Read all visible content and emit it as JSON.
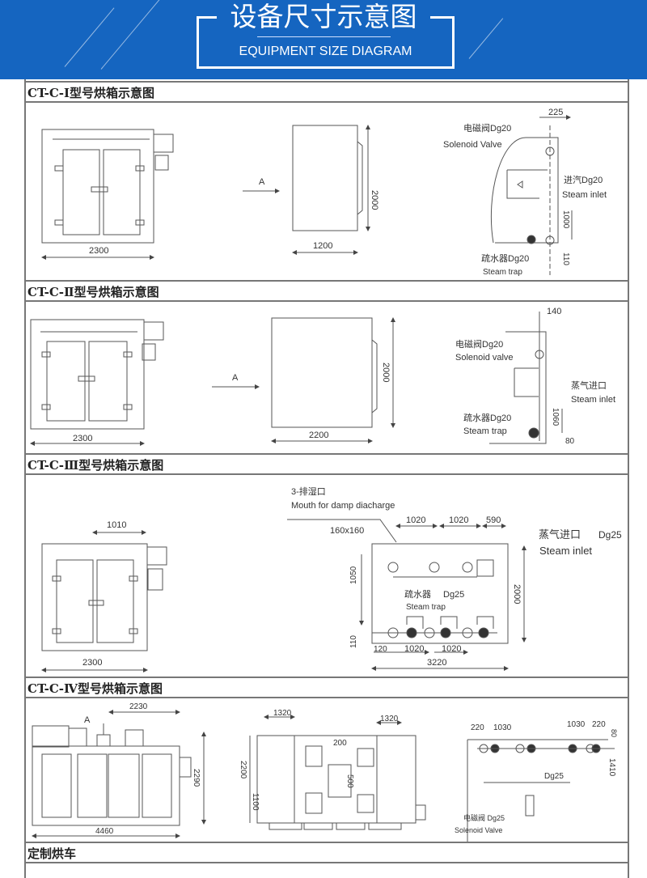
{
  "banner": {
    "title_cn": "设备尺寸示意图",
    "title_en": "EQUIPMENT SIZE DIAGRAM",
    "color": "#1565c0"
  },
  "sections": [
    {
      "title": "CT-C-Ⅰ型号烘箱示意图",
      "dims": {
        "width": "2300",
        "depth": "1200",
        "height": "2000",
        "pipe_offset": "225",
        "inlet_height": "1000",
        "trap_height": "110"
      },
      "view_label": "A",
      "labels": {
        "solenoid_cn": "电磁阀Dg20",
        "solenoid_en": "Solenoid Valve",
        "inlet_cn": "进汽Dg20",
        "inlet_en": "Steam inlet",
        "trap_cn": "疏水器Dg20",
        "trap_en": "Steam trap"
      }
    },
    {
      "title": "CT-C-Ⅱ型号烘箱示意图",
      "dims": {
        "width": "2300",
        "depth": "2200",
        "height": "2000",
        "pipe_offset": "140",
        "inlet_height": "1060",
        "trap_height": "80"
      },
      "view_label": "A",
      "labels": {
        "solenoid_cn": "电磁阀Dg20",
        "solenoid_en": "Solenoid valve",
        "inlet_cn": "蒸气进口",
        "inlet_en": "Steam inlet",
        "trap_cn": "疏水器Dg20",
        "trap_en": "Steam trap"
      }
    },
    {
      "title": "CT-C-Ⅲ型号烘箱示意图",
      "dims": {
        "width": "2300",
        "door_width": "1010",
        "top1": "1020",
        "top2": "1020",
        "top3": "590",
        "vent_size": "160x160",
        "height": "2000",
        "inlet_height": "1050",
        "trap_height": "110",
        "bot1": "120",
        "bot2": "1020",
        "bot3": "1020",
        "total": "3220"
      },
      "labels": {
        "vent_cn": "3-排湿口",
        "vent_en": "Mouth for damp diacharge",
        "inlet_cn": "蒸气进口",
        "inlet_dg": "Dg25",
        "inlet_en": "Steam inlet",
        "trap_cn": "疏水器",
        "trap_dg": "Dg25",
        "trap_en": "Steam trap"
      }
    },
    {
      "title": "CT-C-Ⅳ型号烘箱示意图",
      "dims": {
        "width": "4460",
        "motor_span": "2230",
        "height": "2290",
        "side_l": "1320",
        "side_r": "1320",
        "window_w": "200",
        "window_h": "500",
        "side_h": "2200",
        "side_mid": "1100",
        "p1": "220",
        "p2": "1030",
        "p3": "1030",
        "p4": "220",
        "p_top": "80",
        "p_h": "1410"
      },
      "view_label": "A",
      "labels": {
        "pipe_dg": "Dg25",
        "solenoid_cn": "电磁阀 Dg25",
        "solenoid_en": "Solenoid Valve"
      }
    },
    {
      "title": "定制烘车"
    }
  ]
}
